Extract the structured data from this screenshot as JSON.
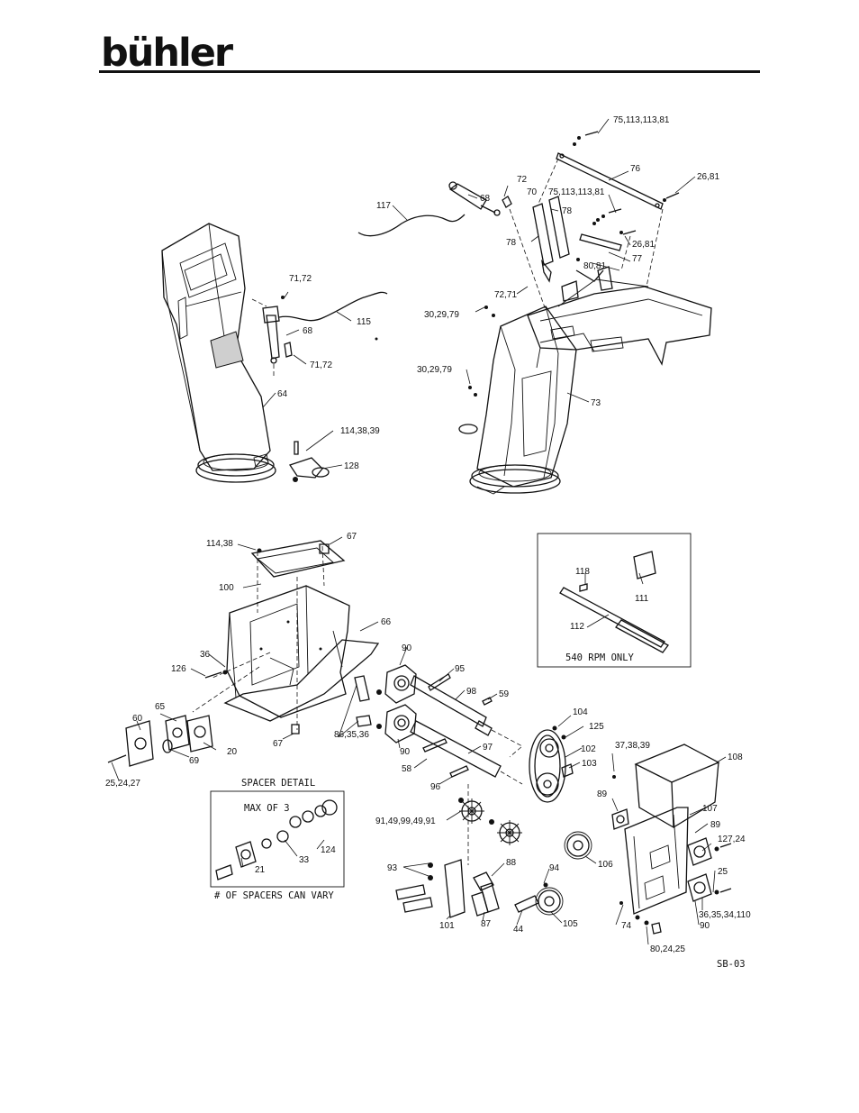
{
  "header": {
    "brand": "bühler"
  },
  "labels": [
    {
      "id": "l1",
      "text": "75,113,113,81"
    },
    {
      "id": "l2",
      "text": "76"
    },
    {
      "id": "l3",
      "text": "26,81"
    },
    {
      "id": "l4",
      "text": "68"
    },
    {
      "id": "l5",
      "text": "72"
    },
    {
      "id": "l6",
      "text": "70"
    },
    {
      "id": "l7",
      "text": "75,113,113,81"
    },
    {
      "id": "l8",
      "text": "78"
    },
    {
      "id": "l9",
      "text": "117"
    },
    {
      "id": "l10",
      "text": "78"
    },
    {
      "id": "l11",
      "text": "26,81"
    },
    {
      "id": "l12",
      "text": "77"
    },
    {
      "id": "l13",
      "text": "80,81"
    },
    {
      "id": "l14",
      "text": "71,72"
    },
    {
      "id": "l15",
      "text": "72,71"
    },
    {
      "id": "l16",
      "text": "30,29,79"
    },
    {
      "id": "l17",
      "text": "115"
    },
    {
      "id": "l18",
      "text": "68"
    },
    {
      "id": "l19",
      "text": "71,72"
    },
    {
      "id": "l20",
      "text": "30,29,79"
    },
    {
      "id": "l21",
      "text": "64"
    },
    {
      "id": "l22",
      "text": "73"
    },
    {
      "id": "l23",
      "text": "114,38,39"
    },
    {
      "id": "l24",
      "text": "128"
    },
    {
      "id": "l25",
      "text": "114,38"
    },
    {
      "id": "l26",
      "text": "67"
    },
    {
      "id": "l27",
      "text": "100"
    },
    {
      "id": "l28",
      "text": "118"
    },
    {
      "id": "l29",
      "text": "111"
    },
    {
      "id": "l30",
      "text": "66"
    },
    {
      "id": "l31",
      "text": "112"
    },
    {
      "id": "l32",
      "text": "36"
    },
    {
      "id": "l33",
      "text": "90"
    },
    {
      "id": "l34",
      "text": "126"
    },
    {
      "id": "l35",
      "text": "95"
    },
    {
      "id": "l36",
      "text": "98"
    },
    {
      "id": "l37",
      "text": "59"
    },
    {
      "id": "l38",
      "text": "65"
    },
    {
      "id": "l39",
      "text": "104"
    },
    {
      "id": "l40",
      "text": "125"
    },
    {
      "id": "l41",
      "text": "60"
    },
    {
      "id": "l42",
      "text": "20"
    },
    {
      "id": "l43",
      "text": "67"
    },
    {
      "id": "l44",
      "text": "86,35,36"
    },
    {
      "id": "l45",
      "text": "90"
    },
    {
      "id": "l46",
      "text": "102"
    },
    {
      "id": "l47",
      "text": "37,38,39"
    },
    {
      "id": "l48",
      "text": "108"
    },
    {
      "id": "l49",
      "text": "69"
    },
    {
      "id": "l50",
      "text": "97"
    },
    {
      "id": "l51",
      "text": "103"
    },
    {
      "id": "l52",
      "text": "25,24,27"
    },
    {
      "id": "l53",
      "text": "58"
    },
    {
      "id": "l54",
      "text": "96"
    },
    {
      "id": "l55",
      "text": "89"
    },
    {
      "id": "l56",
      "text": "107"
    },
    {
      "id": "l57",
      "text": "91,49,99,49,91"
    },
    {
      "id": "l58",
      "text": "89"
    },
    {
      "id": "l59",
      "text": "127,24"
    },
    {
      "id": "l60",
      "text": "124"
    },
    {
      "id": "l61",
      "text": "33"
    },
    {
      "id": "l62",
      "text": "21"
    },
    {
      "id": "l63",
      "text": "88"
    },
    {
      "id": "l64",
      "text": "94"
    },
    {
      "id": "l65",
      "text": "106"
    },
    {
      "id": "l66",
      "text": "25"
    },
    {
      "id": "l67",
      "text": "93"
    },
    {
      "id": "l68",
      "text": "101"
    },
    {
      "id": "l69",
      "text": "87"
    },
    {
      "id": "l70",
      "text": "44"
    },
    {
      "id": "l71",
      "text": "105"
    },
    {
      "id": "l72",
      "text": "74"
    },
    {
      "id": "l73",
      "text": "90"
    },
    {
      "id": "l74",
      "text": "36,35,34,110"
    },
    {
      "id": "l75",
      "text": "80,24,25"
    }
  ],
  "notes": {
    "rpm": "540 RPM ONLY",
    "spacer_title": "SPACER DETAIL",
    "spacer_max": "MAX OF 3",
    "spacer_vary": "# OF SPACERS CAN VARY",
    "code": "SB-03"
  }
}
